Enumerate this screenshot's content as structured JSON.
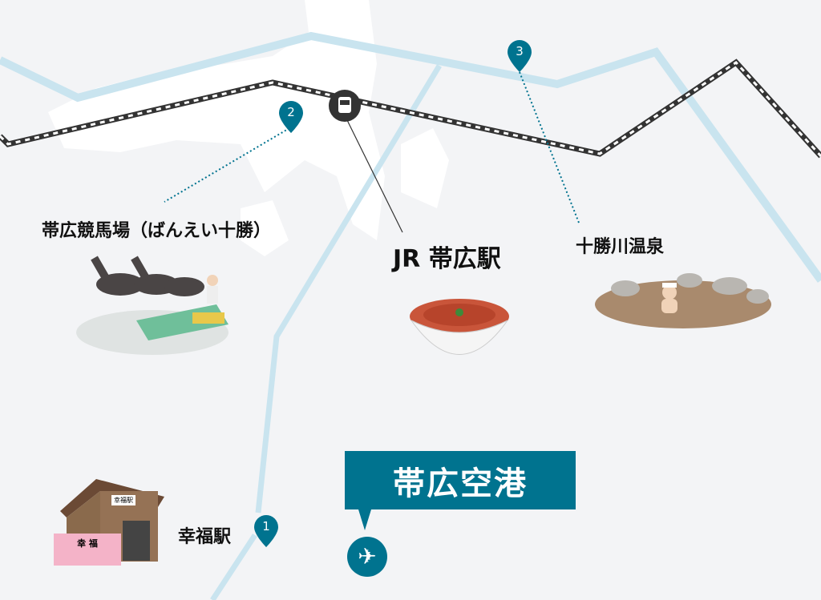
{
  "colors": {
    "background": "#f3f4f6",
    "road": "#c9e4ef",
    "rail": "#333333",
    "accent": "#00738f"
  },
  "places": {
    "racecourse": "帯広競馬場（ばんえい十勝）",
    "station": "JR 帯広駅",
    "onsen": "十勝川温泉",
    "kofuku": "幸福駅",
    "airport": "帯広空港"
  },
  "pins": {
    "p1": "1",
    "p2": "2",
    "p3": "3"
  },
  "icons": {
    "station": "train-icon",
    "airport": "airplane-icon"
  },
  "illustrations": {
    "ticket_text": "幸 福",
    "house_sign": "幸福駅"
  }
}
